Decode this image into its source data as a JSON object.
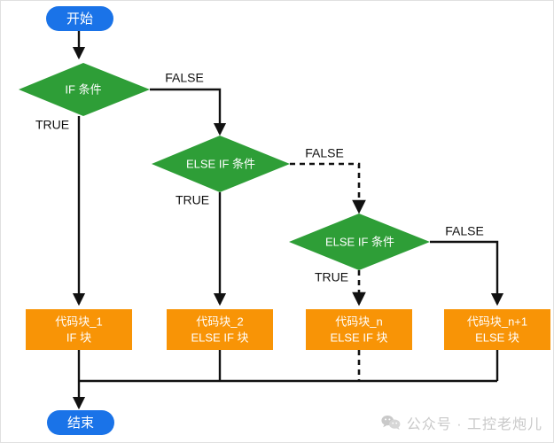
{
  "diagram": {
    "title": "IF / ELSE IF / ELSE flowchart",
    "colors": {
      "terminal_fill": "#1a73e8",
      "decision_fill": "#2e9e37",
      "process_fill": "#f89406",
      "connector": "#111111",
      "text_on_shape": "#ffffff",
      "edge_label": "#111111",
      "background": "#ffffff",
      "watermark": "#c9c9c9"
    },
    "nodes": {
      "start": {
        "label": "开始",
        "shape": "terminal"
      },
      "if_condition": {
        "label": "IF 条件",
        "shape": "decision"
      },
      "else_if_condition_1": {
        "label": "ELSE IF 条件",
        "shape": "decision"
      },
      "else_if_condition_2": {
        "label": "ELSE IF 条件",
        "shape": "decision"
      },
      "block_1": {
        "line1": "代码块_1",
        "line2": "IF 块",
        "shape": "process"
      },
      "block_2": {
        "line1": "代码块_2",
        "line2": "ELSE IF 块",
        "shape": "process"
      },
      "block_n": {
        "line1": "代码块_n",
        "line2": "ELSE IF 块",
        "shape": "process"
      },
      "block_n_plus_1": {
        "line1": "代码块_n+1",
        "line2": "ELSE 块",
        "shape": "process"
      },
      "end": {
        "label": "结束",
        "shape": "terminal"
      }
    },
    "edge_labels": {
      "if_false": "FALSE",
      "if_true": "TRUE",
      "elseif1_false": "FALSE",
      "elseif1_true": "TRUE",
      "elseif2_false": "FALSE",
      "elseif2_true": "TRUE"
    }
  },
  "watermark": {
    "icon": "wechat-icon",
    "text": "公众号 · 工控老炮儿"
  }
}
